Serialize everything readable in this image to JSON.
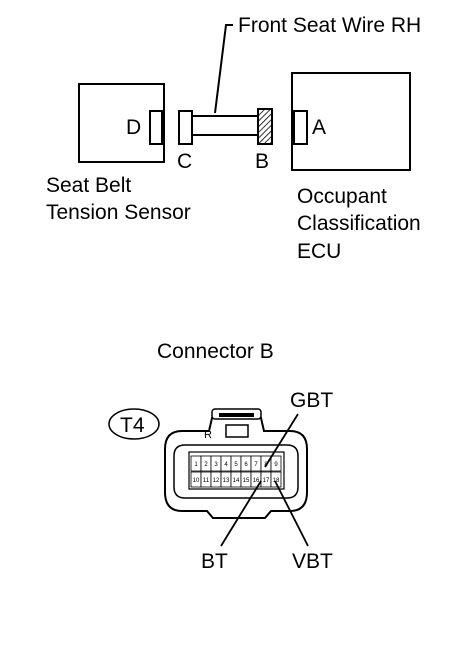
{
  "wire": {
    "label": "Front Seat Wire RH"
  },
  "sensor": {
    "name_line1": "Seat Belt",
    "name_line2": "Tension Sensor",
    "connector": "D"
  },
  "ecu": {
    "name_line1": "Occupant",
    "name_line2": "Classification",
    "name_line3": "ECU",
    "connector": "A"
  },
  "harness": {
    "left_connector": "C",
    "right_connector": "B"
  },
  "connector_view": {
    "title": "Connector B",
    "code": "T4",
    "lock_letter": "R",
    "pins_top": [
      "1",
      "2",
      "3",
      "4",
      "5",
      "6",
      "7",
      "8",
      "9"
    ],
    "pins_bottom": [
      "10",
      "11",
      "12",
      "13",
      "14",
      "15",
      "16",
      "17",
      "18"
    ],
    "labels": {
      "gbt": "GBT",
      "bt": "BT",
      "vbt": "VBT"
    }
  }
}
